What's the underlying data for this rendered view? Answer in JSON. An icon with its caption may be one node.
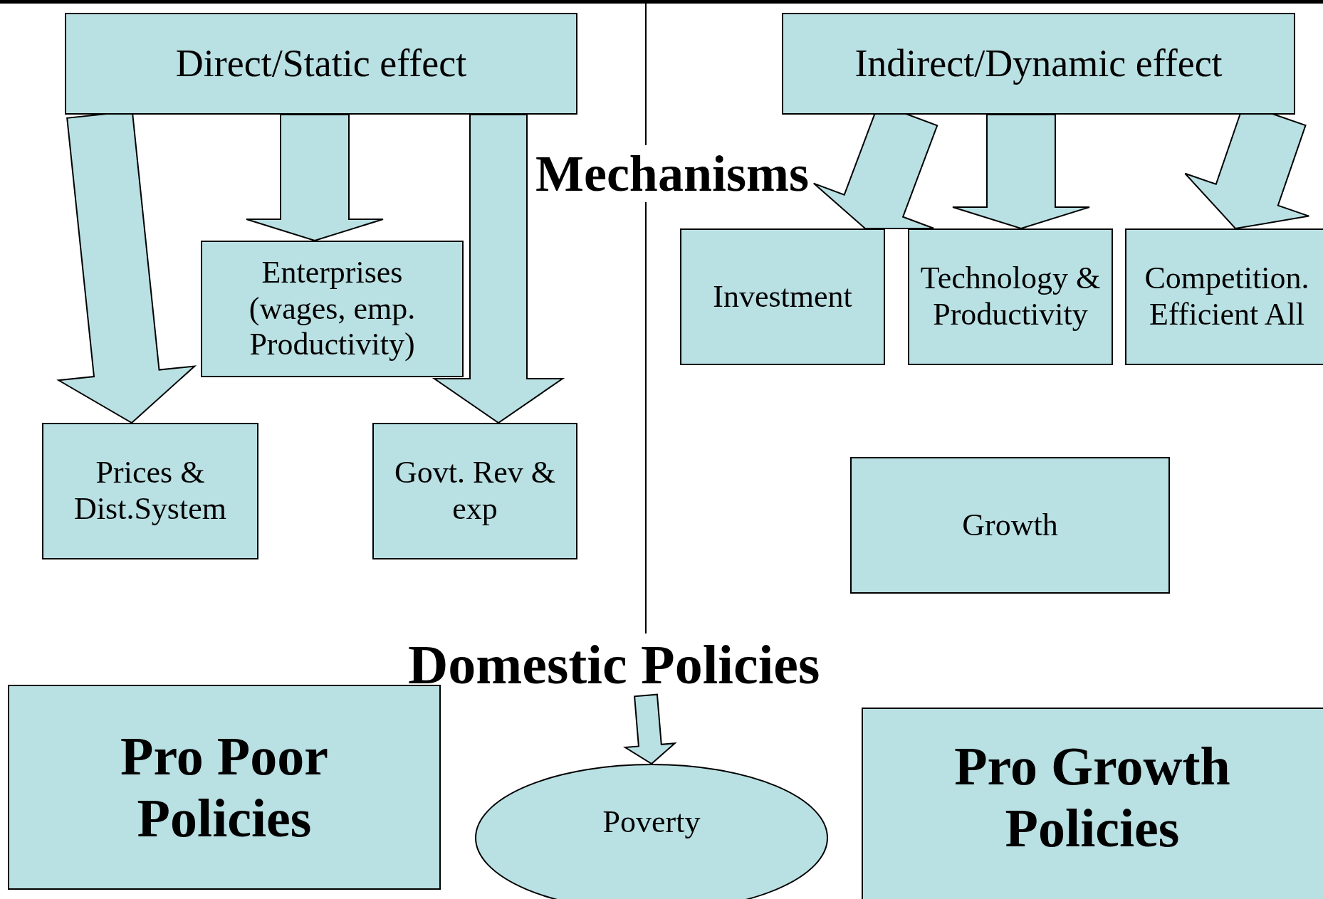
{
  "diagram": {
    "nodes": [
      {
        "text": [
          "Direct/Static effect"
        ]
      },
      {
        "text": [
          "Indirect/Dynamic effect"
        ]
      },
      {
        "text": [
          "Enterprises (wages, emp. Productivity)"
        ]
      },
      {
        "text": [
          "Prices & Dist.System"
        ]
      },
      {
        "text": [
          "Govt. Rev & exp"
        ]
      },
      {
        "text": [
          "Investment"
        ]
      },
      {
        "text": [
          "Technology & Productivity"
        ]
      },
      {
        "text": [
          "Competition. Efficient All"
        ]
      },
      {
        "text": [
          "Growth"
        ]
      },
      {
        "text": [
          "Pro Poor Policies"
        ]
      },
      {
        "text": [
          "Poverty"
        ]
      },
      {
        "text": [
          "Pro Growth Policies"
        ]
      }
    ],
    "edges": [
      {
        "from": 0,
        "to": 2,
        "arrow": "to"
      },
      {
        "from": 0,
        "to": 3,
        "arrow": "to"
      },
      {
        "from": 0,
        "to": 4,
        "arrow": "to"
      },
      {
        "from": 1,
        "to": 5,
        "arrow": "to"
      },
      {
        "from": 1,
        "to": 6,
        "arrow": "to"
      },
      {
        "from": 1,
        "to": 7,
        "arrow": "to"
      },
      {
        "from": null,
        "to": 10,
        "arrow": "to"
      }
    ],
    "labels": [
      "Mechanisms",
      "Domestic Policies"
    ]
  }
}
